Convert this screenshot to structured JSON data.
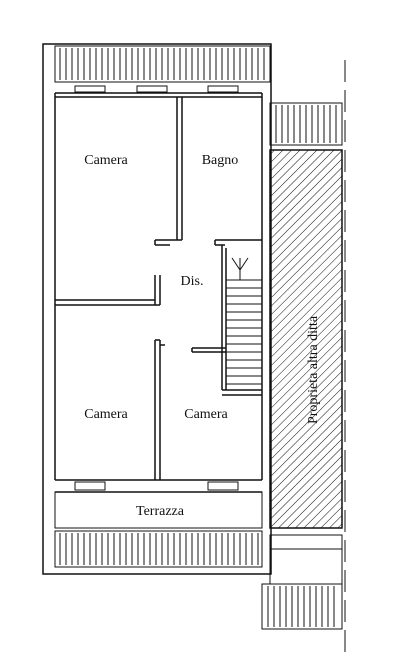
{
  "plan": {
    "rooms": {
      "camera_top_left": "Camera",
      "bagno": "Bagno",
      "disimpegno": "Dis.",
      "camera_bottom_left": "Camera",
      "camera_bottom_right": "Camera",
      "terrazza": "Terrazza"
    },
    "adjacent_property": "Proprieta altra ditta",
    "colors": {
      "lines": "#111111",
      "background": "#ffffff"
    }
  }
}
